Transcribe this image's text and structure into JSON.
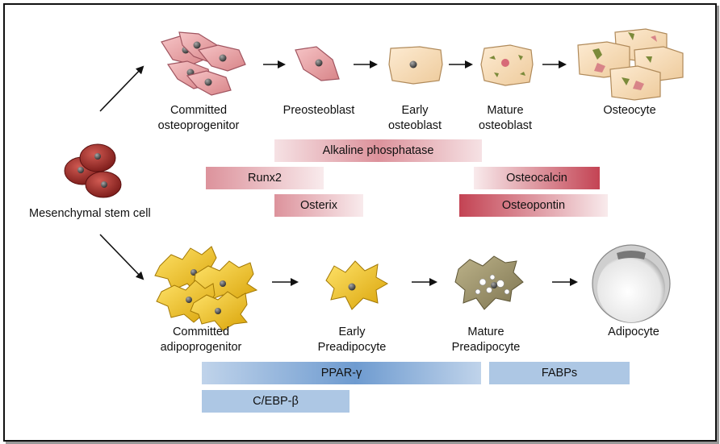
{
  "title": "",
  "stem_cell_label": "Mesenchymal stem cell",
  "osteo_stages": [
    {
      "line1": "Committed",
      "line2": "osteoprogenitor"
    },
    {
      "line1": "Preosteoblast",
      "line2": ""
    },
    {
      "line1": "Early",
      "line2": "osteoblast"
    },
    {
      "line1": "Mature",
      "line2": "osteoblast"
    },
    {
      "line1": "Osteocyte",
      "line2": ""
    }
  ],
  "adipo_stages": [
    {
      "line1": "Committed",
      "line2": "adipoprogenitor"
    },
    {
      "line1": "Early",
      "line2": "Preadipocyte"
    },
    {
      "line1": "Mature",
      "line2": "Preadipocyte"
    },
    {
      "line1": "Adipocyte",
      "line2": ""
    }
  ],
  "osteo_markers": [
    {
      "label": "Alkaline phosphatase",
      "gradient": "center"
    },
    {
      "label": "Runx2",
      "gradient": "left"
    },
    {
      "label": "Osterix",
      "gradient": "left"
    },
    {
      "label": "Osteocalcin",
      "gradient": "right"
    },
    {
      "label": "Osteopontin",
      "gradient": "left-dark"
    }
  ],
  "adipo_markers": [
    {
      "label": "PPAR-γ",
      "gradient": "center"
    },
    {
      "label": "FABPs",
      "gradient": "flat"
    },
    {
      "label": "C/EBP-β",
      "gradient": "flat"
    }
  ],
  "colors": {
    "osteo_marker": "#c0394a",
    "adipo_marker": "#4a82c4",
    "osteo_cell": "#e7a0a6",
    "early_osteoblast": "#f7dcb8",
    "adipo_cell": "#f0c21a",
    "preadipocyte": "#8f8660",
    "stem_cell": "#9e2a26",
    "nucleus": "#555555"
  }
}
